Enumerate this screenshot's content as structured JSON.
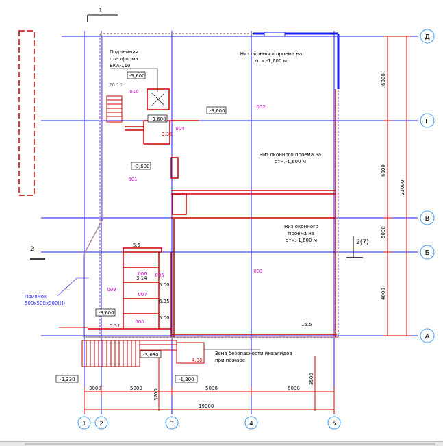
{
  "axes": {
    "rows": [
      "Д",
      "Г",
      "В",
      "Б",
      "А"
    ],
    "cols": [
      "1",
      "2",
      "3",
      "4",
      "5"
    ]
  },
  "sections": {
    "top": "1",
    "left": "2",
    "right": "2(7)"
  },
  "rooms": {
    "r010": "010",
    "r002": "002",
    "r004": "004",
    "r001": "001",
    "r003": "003",
    "r009": "009",
    "r005": "005",
    "r006": "006",
    "r007": "007",
    "r000": "000"
  },
  "labels": {
    "platform": [
      "Подъемная",
      "платформа",
      "БКА-110"
    ],
    "window1": [
      "Низ оконного проема на",
      "отм.-1,600 м"
    ],
    "window2": [
      "Низ оконного проема на",
      "отм.-1,600 м"
    ],
    "window3": [
      "Низ оконного",
      "проема на",
      "отм.-1,600 м"
    ],
    "pit": [
      "Приямок",
      "500x500x800(Н)"
    ],
    "safety_zone": [
      "Зона безопасности инвалидов",
      "при пожаре"
    ]
  },
  "levels": {
    "l1": "-3,600",
    "l2": "-3,600",
    "l3": "-3,600",
    "l4": "-3,600",
    "l5": "-3,600",
    "l6": "-3,630",
    "l7": "-2,330",
    "l8": "-1,200"
  },
  "small_values": {
    "a1": "20.11",
    "a2": "3.35",
    "a3": "5.51",
    "a4": "4.00",
    "a5": "6.35",
    "a6": "5.00",
    "a7": "15.5",
    "a8": "3.14",
    "a9": "5.00",
    "a10": "5.5"
  },
  "dimensions_bottom": [
    "3000",
    "5000",
    "5000",
    "6000",
    "19000"
  ],
  "dimensions_right": [
    "6000",
    "6000",
    "5000",
    "4000"
  ],
  "dimension_total_right": "21000",
  "dimension_vertical_bottom": [
    "3200",
    "3500"
  ],
  "colors": {
    "grid": "#1a1aff",
    "walls": "#cc0000",
    "text_magenta": "#cc00cc",
    "axis_circle": "#3399ff",
    "dim": "#e00000"
  }
}
